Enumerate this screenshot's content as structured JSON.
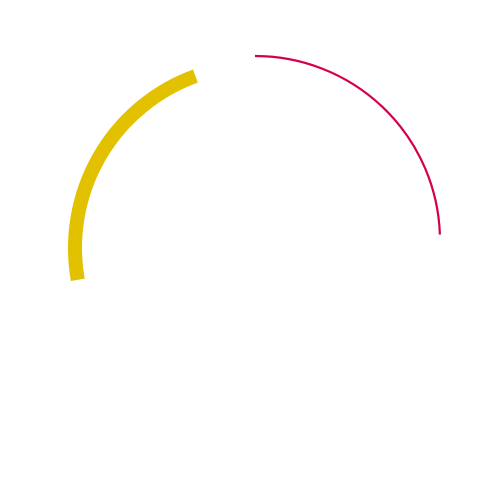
{
  "arcs": [
    {
      "name": "crimson-arc",
      "color": "#d4004f",
      "sweep_start_deg": -90,
      "sweep_end_deg": -2,
      "weight": "thin"
    },
    {
      "name": "yellow-arc",
      "color": "#e2c200",
      "sweep_start_deg": -110,
      "sweep_end_deg": -190,
      "weight": "thick"
    }
  ]
}
